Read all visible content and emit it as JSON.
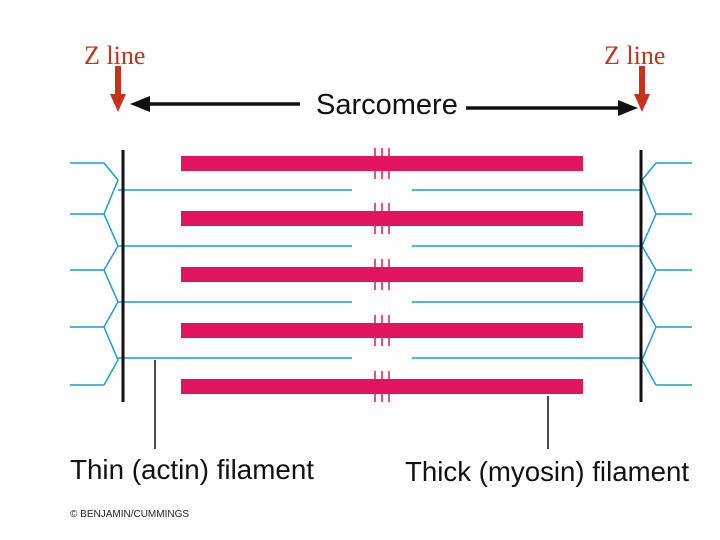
{
  "labels": {
    "z_line_left": "Z line",
    "z_line_right": "Z line",
    "sarcomere": "Sarcomere",
    "thin_filament": "Thin (actin) filament",
    "thick_filament": "Thick (myosin) filament",
    "copyright": "© BENJAMIN/CUMMINGS"
  },
  "colors": {
    "z_label": "#c8311a",
    "z_arrow": "#c8311a",
    "thin_filament": "#1e9ad6",
    "thick_filament": "#e0145f",
    "z_line": "#111111",
    "text": "#111111"
  },
  "icons": {
    "z_arrow_left": "down-arrow-icon",
    "z_arrow_right": "down-arrow-icon",
    "sarcomere_arrow": "double-headed-arrow-icon"
  }
}
